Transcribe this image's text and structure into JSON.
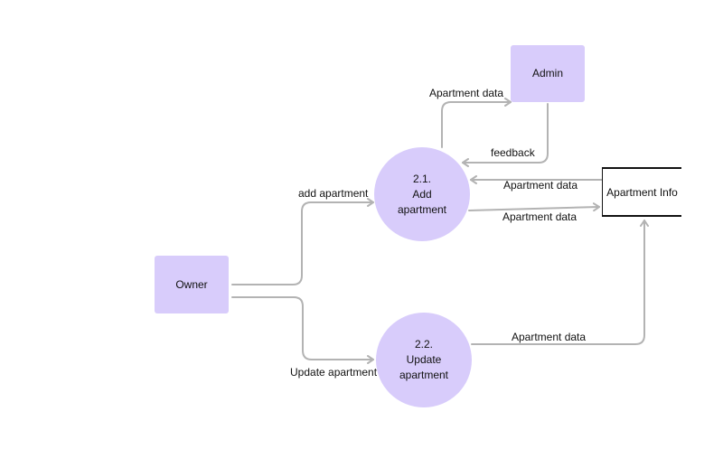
{
  "colors": {
    "node_fill": "#d8ccfb",
    "line": "#b3b3b3",
    "store_border": "#111111"
  },
  "entities": {
    "owner": "Owner",
    "admin": "Admin"
  },
  "processes": {
    "add": {
      "number": "2.1.",
      "line1": "Add",
      "line2": "apartment"
    },
    "update": {
      "number": "2.2.",
      "line1": "Update",
      "line2": "apartment"
    }
  },
  "store": {
    "label": "Apartment Info"
  },
  "flows": {
    "add_apartment": "add apartment",
    "update_apartment": "Update apartment",
    "to_admin": "Apartment data",
    "feedback": "feedback",
    "from_store": "Apartment data",
    "to_store": "Apartment data",
    "update_to_store": "Apartment data"
  }
}
